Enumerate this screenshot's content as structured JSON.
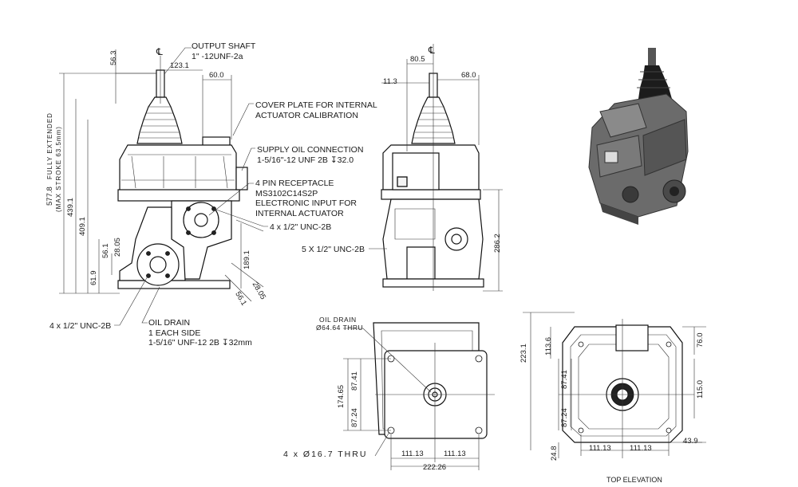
{
  "symbols": {
    "centerline": "℄"
  },
  "front": {
    "output_shaft": [
      "OUTPUT SHAFT",
      "1\" -12UNF-2a"
    ],
    "cover_plate": [
      "COVER PLATE FOR INTERNAL",
      "ACTUATOR CALIBRATION"
    ],
    "supply_oil": [
      "SUPPLY OIL CONNECTION",
      "1-5/16\"-12 UNF 2B ↧32.0"
    ],
    "receptacle": [
      "4 PIN RECEPTACLE",
      "MS3102C14S2P",
      "ELECTRONIC INPUT FOR",
      "INTERNAL ACTUATOR"
    ],
    "bolts_right": "4 x 1/2\" UNC-2B",
    "bolts_left": "4 x 1/2\" UNC-2B",
    "oil_drain": [
      "OIL DRAIN",
      "1 EACH SIDE",
      "1-5/16\" UNF-12 2B ↧32mm"
    ],
    "dims": {
      "d56_3": "56.3",
      "d123_1": "123.1",
      "d60_0": "60.0",
      "d577_8": "577.8",
      "d_fully": "FULLY EXTENDED",
      "d_stroke": "(MAX STROKE 63.5mm)",
      "d439_1": "439.1",
      "d409_1": "409.1",
      "d56_1": "56.1",
      "d28_05": "28.05",
      "d61_9": "61.9",
      "d189_1": "189.1",
      "d28_05b": "28.05",
      "d56_1b": "56.1"
    }
  },
  "side": {
    "dims": {
      "d80_5": "80.5",
      "d68_0": "68.0",
      "d11_3": "11.3",
      "d286_2": "286.2"
    },
    "bolts": "5 X 1/2\" UNC-2B"
  },
  "bottom": {
    "oil_drain": [
      "OIL DRAIN",
      "Ø64.64 THRU"
    ],
    "holes": "4 x Ø16.7 THRU",
    "dims": {
      "d174_65": "174.65",
      "d87_41": "87.41",
      "d87_24": "87.24",
      "d111_13a": "111.13",
      "d111_13b": "111.13",
      "d222_26": "222.26"
    }
  },
  "top": {
    "title": "TOP ELEVATION",
    "dims": {
      "d223_1": "223.1",
      "d113_6": "113.6",
      "d87_41": "87.41",
      "d87_24": "87.24",
      "d76_0": "76.0",
      "d115_0": "115.0",
      "d43_9": "43.9",
      "d24_8": "24.8",
      "d111_13a": "111.13",
      "d111_13b": "111.13"
    }
  },
  "colors": {
    "line": "#111111",
    "metal": "#6b6b6b",
    "metal_dark": "#3a3a3a",
    "boot": "#1c1c1c"
  }
}
